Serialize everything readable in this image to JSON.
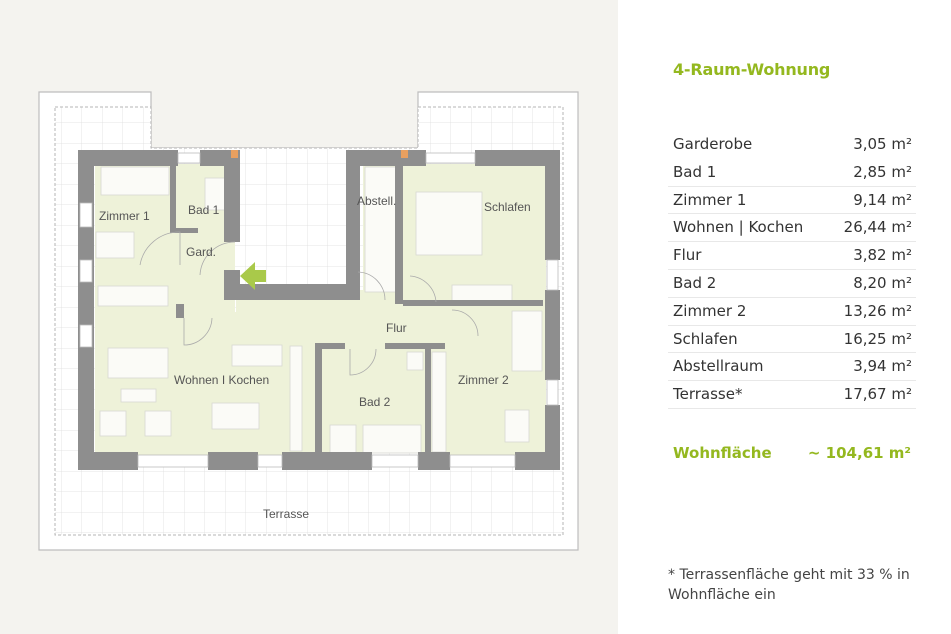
{
  "plan": {
    "labels": {
      "zimmer1": "Zimmer 1",
      "bad1": "Bad 1",
      "gard": "Gard.",
      "abstell": "Abstell.",
      "schlafen": "Schlafen",
      "flur": "Flur",
      "wohnen_kochen": "Wohnen I Kochen",
      "bad2": "Bad 2",
      "zimmer2": "Zimmer 2",
      "terrasse": "Terrasse"
    },
    "colors": {
      "background": "#f4f3ef",
      "room_fill": "#eef2d9",
      "wall": "#8e8e8e",
      "entrance_arrow": "#a9c94a",
      "accent_marker": "#e8a060"
    }
  },
  "info": {
    "title": "4-Raum-Wohnung",
    "rooms": [
      {
        "name": "Garderobe",
        "area": "3,05 m²"
      },
      {
        "name": "Bad 1",
        "area": "2,85 m²"
      },
      {
        "name": "Zimmer 1",
        "area": "9,14 m²"
      },
      {
        "name": "Wohnen | Kochen",
        "area": "26,44 m²"
      },
      {
        "name": "Flur",
        "area": "3,82 m²"
      },
      {
        "name": "Bad 2",
        "area": "8,20 m²"
      },
      {
        "name": "Zimmer 2",
        "area": "13,26 m²"
      },
      {
        "name": "Schlafen",
        "area": "16,25 m²"
      },
      {
        "name": "Abstellraum",
        "area": "3,94 m²"
      },
      {
        "name": "Terrasse*",
        "area": "17,67 m²"
      }
    ],
    "total_label": "Wohnfläche",
    "total_value": "~ 104,61 m²",
    "footnote": "* Terrassenfläche geht mit 33 % in Wohnfläche ein",
    "accent_color": "#94b81f"
  }
}
